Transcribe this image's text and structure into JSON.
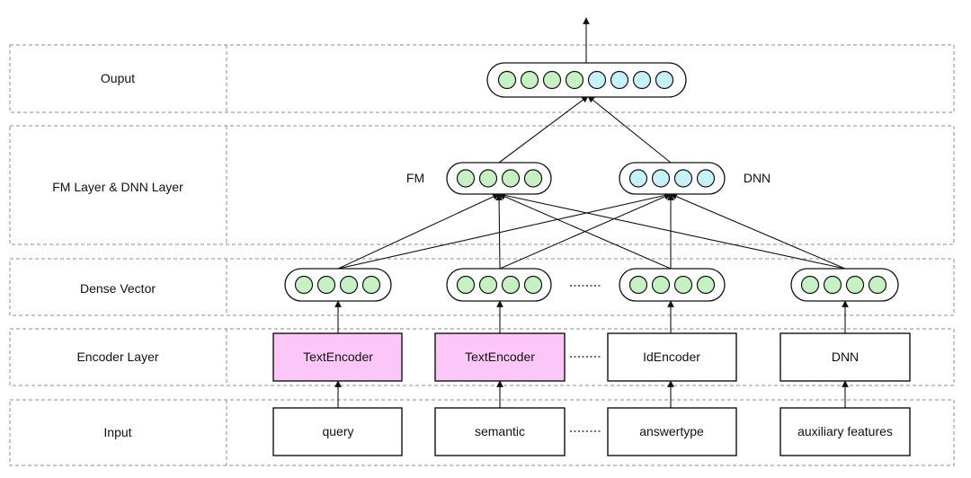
{
  "rows": {
    "output": "Ouput",
    "fm_dnn": "FM Layer & DNN Layer",
    "dense": "Dense Vector",
    "encoder": "Encoder Layer",
    "input": "Input"
  },
  "modules": {
    "fm": "FM",
    "dnn": "DNN"
  },
  "encoders": [
    "TextEncoder",
    "TextEncoder",
    "IdEncoder",
    "DNN"
  ],
  "inputs": [
    "query",
    "semantic",
    "answertype",
    "auxiliary features"
  ],
  "colors": {
    "node_green": "#c6f2c3",
    "node_cyan": "#c6f1f7",
    "encoder_pink": "#fcc6f8",
    "frame_gray": "#8c8c8c"
  },
  "vector_sizes": {
    "output": {
      "green": 4,
      "cyan": 4
    },
    "fm": 4,
    "dnn": 4,
    "dense": 4
  }
}
